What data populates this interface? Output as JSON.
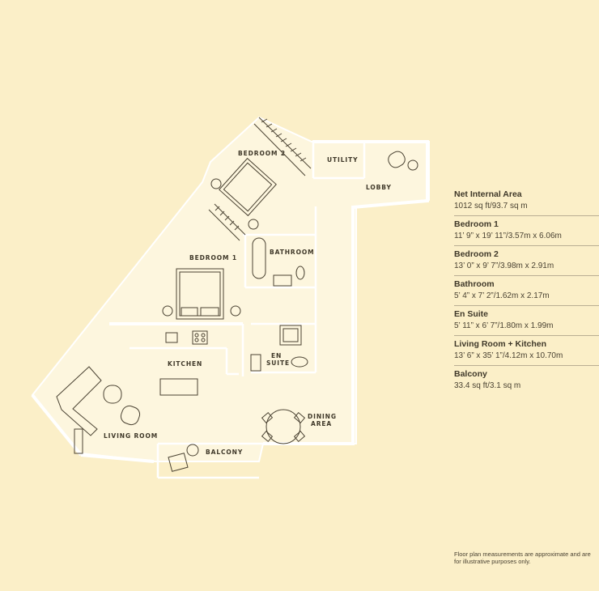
{
  "rooms": {
    "bedroom2": "BEDROOM 2",
    "utility": "UTILITY",
    "lobby": "LOBBY",
    "bedroom1": "BEDROOM 1",
    "bathroom": "BATHROOM",
    "kitchen": "KITCHEN",
    "en_suite_line1": "EN",
    "en_suite_line2": "SUITE",
    "living_room": "LIVING ROOM",
    "dining_line1": "DINING",
    "dining_line2": "AREA",
    "balcony": "BALCONY"
  },
  "specs": [
    {
      "title": "Net Internal Area",
      "value": "1012 sq ft/93.7 sq m"
    },
    {
      "title": "Bedroom 1",
      "value": "11’ 9” x 19’ 11”/3.57m x 6.06m"
    },
    {
      "title": "Bedroom 2",
      "value": "13’ 0” x 9’ 7”/3.98m x 2.91m"
    },
    {
      "title": "Bathroom",
      "value": "5’ 4” x 7’ 2”/1.62m x 2.17m"
    },
    {
      "title": "En Suite",
      "value": "5’ 11” x 6’ 7”/1.80m x 1.99m"
    },
    {
      "title": "Living Room + Kitchen",
      "value": "13’ 6” x 35’ 1”/4.12m x 10.70m"
    },
    {
      "title": "Balcony",
      "value": "33.4 sq ft/3.1 sq m"
    }
  ],
  "disclaimer": "Floor plan measurements are approximate and are for illustrative purposes only.",
  "colors": {
    "background": "#fbefc8",
    "floor": "#fdf6de",
    "wall": "#ffffff",
    "ink": "#3f3829",
    "divider": "#b9ae93"
  }
}
